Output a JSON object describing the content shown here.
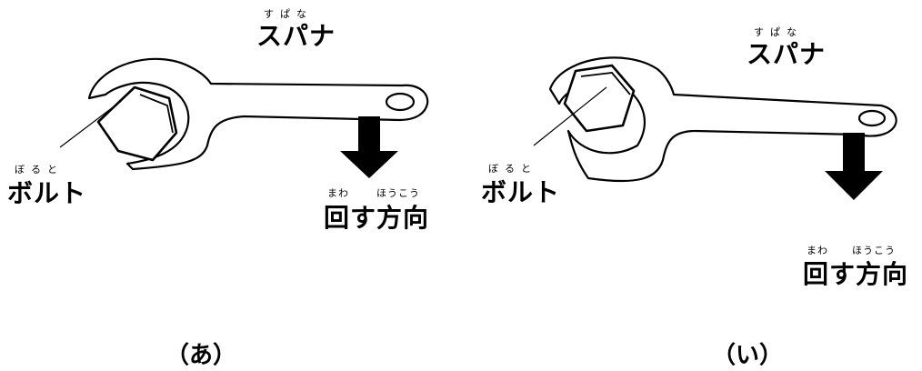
{
  "panels": [
    {
      "id": "a",
      "label": "（あ）",
      "spanner": {
        "ruby": "すぱな",
        "text": "スパナ"
      },
      "bolt": {
        "ruby": "ぼると",
        "text": "ボルト"
      },
      "direction": {
        "ruby_1": "まわ",
        "ruby_2": "ほうこう",
        "text": "回す方向"
      }
    },
    {
      "id": "i",
      "label": "（い）",
      "spanner": {
        "ruby": "すぱな",
        "text": "スパナ"
      },
      "bolt": {
        "ruby": "ぼると",
        "text": "ボルト"
      },
      "direction": {
        "ruby_1": "まわ",
        "ruby_2": "ほうこう",
        "text": "回す方向"
      }
    }
  ],
  "colors": {
    "line": "#000000",
    "background": "#ffffff"
  }
}
